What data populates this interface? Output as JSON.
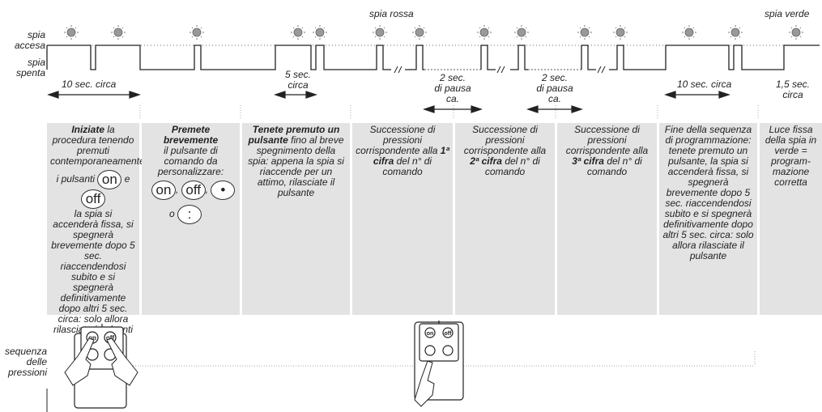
{
  "header": {
    "spia_rossa": "spia rossa",
    "spia_verde": "spia verde",
    "spia_accesa": "spia\naccesa",
    "spia_spenta": "spia\nspenta"
  },
  "durations": {
    "d1": "10 sec. circa",
    "d2": "5 sec.\ncirca",
    "d3": "2 sec.\ndi pausa\nca.",
    "d4": "2 sec.\ndi pausa\nca.",
    "d5": "10 sec. circa",
    "d6": "1,5 sec.\ncirca"
  },
  "columns": {
    "c1": {
      "strong": "Iniziate",
      "text1": " la procedura tenendo premuti contemporaneamente",
      "text2": "i pulsanti",
      "btn_on": "on",
      "conj": "e",
      "btn_off": "off",
      "text3": "la spia si accenderà fissa, si spegnerà brevemente dopo 5 sec. riaccendendosi subito e si spegnerà definitivamente dopo altri 5 sec. circa: solo allora rilasciate i pulsanti"
    },
    "c2": {
      "strong": "Premete brevemente",
      "text1": "il pulsante di comando da personalizzare:",
      "btn_on": "on",
      "btn_off": "off",
      "btn_dot": "•",
      "conj": "o",
      "btn_colon": ":"
    },
    "c3": {
      "strong": "Tenete premuto un pulsante",
      "text1": " fino al breve spegnimento della spia: appena la spia si riaccende per un attimo, rilasciate il pulsante"
    },
    "c4": {
      "text1": "Successione di pressioni corrispondente alla ",
      "strong": "1ª cifra",
      "text2": " del n° di comando"
    },
    "c5": {
      "text1": "Successione di pressioni corrispondente alla ",
      "strong": "2ª cifra",
      "text2": " del n° di comando"
    },
    "c6": {
      "text1": "Successione di pressioni corrispondente alla ",
      "strong": "3ª cifra",
      "text2": " del n° di comando"
    },
    "c7": {
      "text1": "Fine della sequenza di programmazione: tenete premuto un pulsante, la spia si accenderà fissa, si spegnerà brevemente dopo 5 sec. riaccendendosi subito e si spegnerà definitivamente dopo altri 5 sec. circa: solo allora rilasciate il pulsante"
    },
    "c8": {
      "text1": "Luce fissa della spia in verde = program-mazione corretta"
    }
  },
  "bottom": {
    "sequenza": "sequenza\ndelle\npressioni",
    "remote_on": "on",
    "remote_off": "off"
  }
}
